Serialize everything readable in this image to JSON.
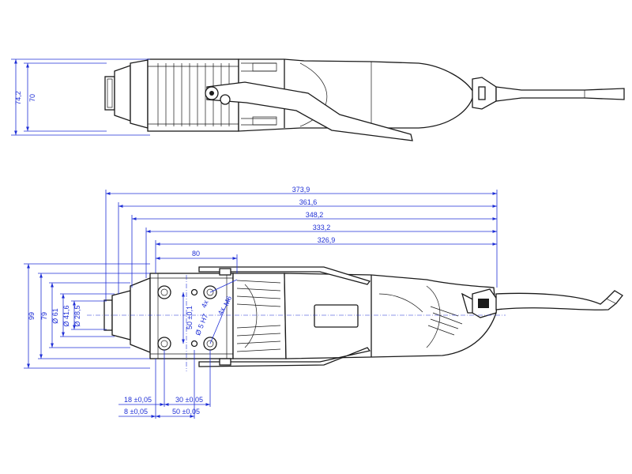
{
  "top_view": {
    "dims": {
      "height_outer": "74,2",
      "height_inner": "70"
    }
  },
  "side_view": {
    "dims": {
      "len_1": "373,9",
      "len_2": "361,6",
      "len_3": "348,2",
      "len_4": "333,2",
      "len_5": "326,9",
      "len_6": "80",
      "dia_1": "Ø 28,5",
      "dia_2": "Ø 41,6",
      "dia_3": "Ø 61",
      "h_1": "79",
      "h_2": "99",
      "hole_spacing": "50 ±0,1",
      "thread": "Ø 5 H7",
      "thread_qty": "4x",
      "thread_m": "M6",
      "thread_m_qty": "4x",
      "bot_1": "18 ±0,05",
      "bot_2": "30 ±0,05",
      "bot_3": "8 ±0,05",
      "bot_4": "50 ±0,05"
    }
  }
}
